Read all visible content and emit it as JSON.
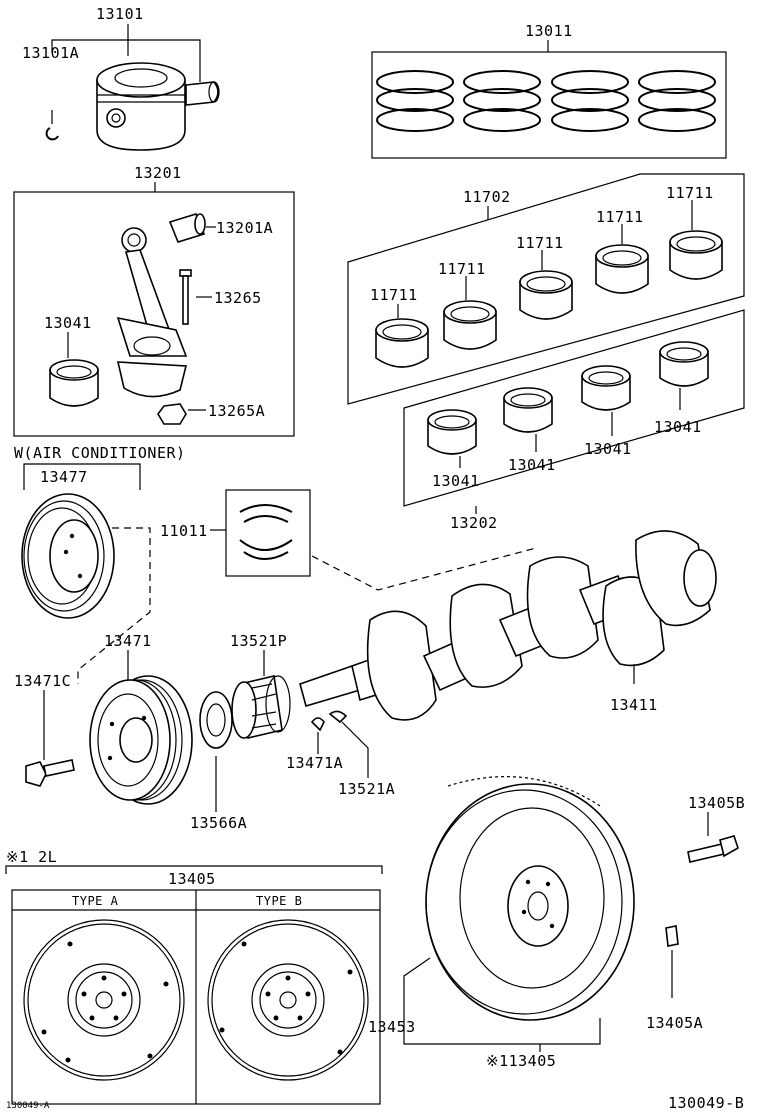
{
  "labels": {
    "piston": "13101",
    "piston_pin_clip": "13101A",
    "ring_set": "13011",
    "conrod": "13201",
    "conrod_bush": "13201A",
    "conrod_bolt": "13265",
    "conrod_nut": "13265A",
    "conrod_bearing_left": "13041",
    "main_bearing_group": "11702",
    "main_bearing_1": "11711",
    "main_bearing_2": "11711",
    "main_bearing_3": "11711",
    "main_bearing_4": "11711",
    "main_bearing_5": "11711",
    "conrod_bearing_group": "13202",
    "conrod_bearing_1": "13041",
    "conrod_bearing_2": "13041",
    "conrod_bearing_3": "13041",
    "conrod_bearing_4": "13041",
    "ac_note": "W(AIR CONDITIONER)",
    "ac_pulley": "13477",
    "thrust_washer": "11011",
    "crank_pulley": "13471",
    "pulley_bolt": "13471C",
    "timing_gear": "13521P",
    "oil_slinger": "13566A",
    "key_1": "13471A",
    "key_2": "13521A",
    "crankshaft": "13411",
    "flywheel_bolt": "13405B",
    "flywheel_pin": "13405A",
    "flywheel_ring": "13453",
    "flywheel_assy": "※113405",
    "note_2l": "※1 2L",
    "flywheel_box": "13405",
    "type_a": "TYPE A",
    "type_b": "TYPE B",
    "doc_code_small": "130049-A",
    "doc_code": "130049-B"
  }
}
